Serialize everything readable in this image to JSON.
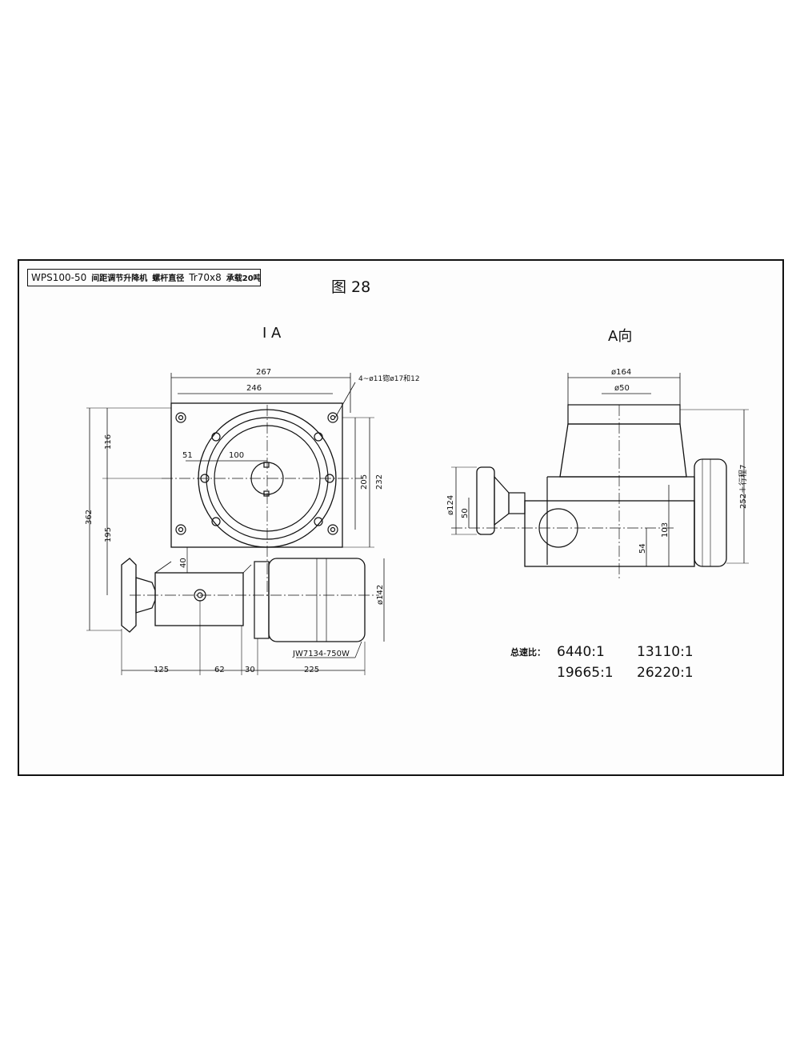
{
  "title": {
    "model": "WPS100-50",
    "name": "间距调节升降机",
    "screw_label": "螺杆直径",
    "screw": "Tr70x8",
    "load": "承载20吨"
  },
  "figure": "图 28",
  "views": {
    "left": "I A",
    "right": "A向"
  },
  "left_dims": {
    "d267": "267",
    "d246": "246",
    "holes": "4~ø11锪ø17和12",
    "d116": "116",
    "d362": "362",
    "d195": "195",
    "d51": "51",
    "d100": "100",
    "d205": "205",
    "d232": "232",
    "d40": "40",
    "d142": "ø142",
    "d125": "125",
    "d62": "62",
    "d30": "30",
    "d225": "225",
    "motor": "JW7134-750W"
  },
  "right_dims": {
    "d164": "ø164",
    "d50": "ø50",
    "d124": "ø124",
    "d50b": "50",
    "d103": "103",
    "d54": "54",
    "d252": "252＋行程7"
  },
  "ratios": {
    "label": "总速比：",
    "values": [
      "6440:1",
      "13110:1",
      "19665:1",
      "26220:1"
    ]
  }
}
